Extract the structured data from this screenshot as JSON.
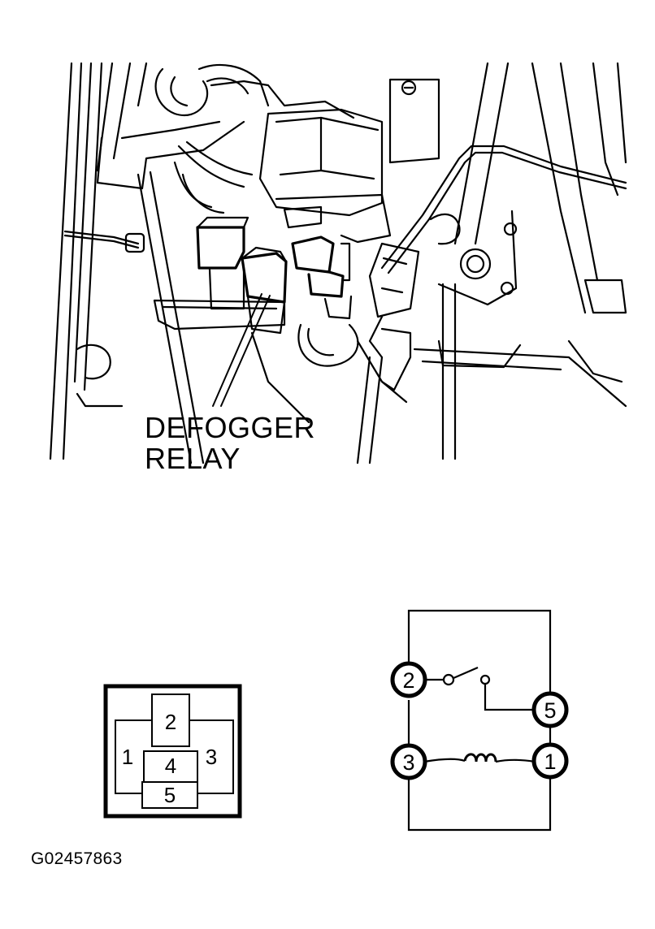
{
  "callout": {
    "line1": "DEFOGGER",
    "line2": "RELAY"
  },
  "connector": {
    "terminals": [
      "1",
      "2",
      "3",
      "4",
      "5"
    ]
  },
  "schematic": {
    "terminals": [
      "2",
      "5",
      "3",
      "1"
    ]
  },
  "figure_id": "G02457863"
}
